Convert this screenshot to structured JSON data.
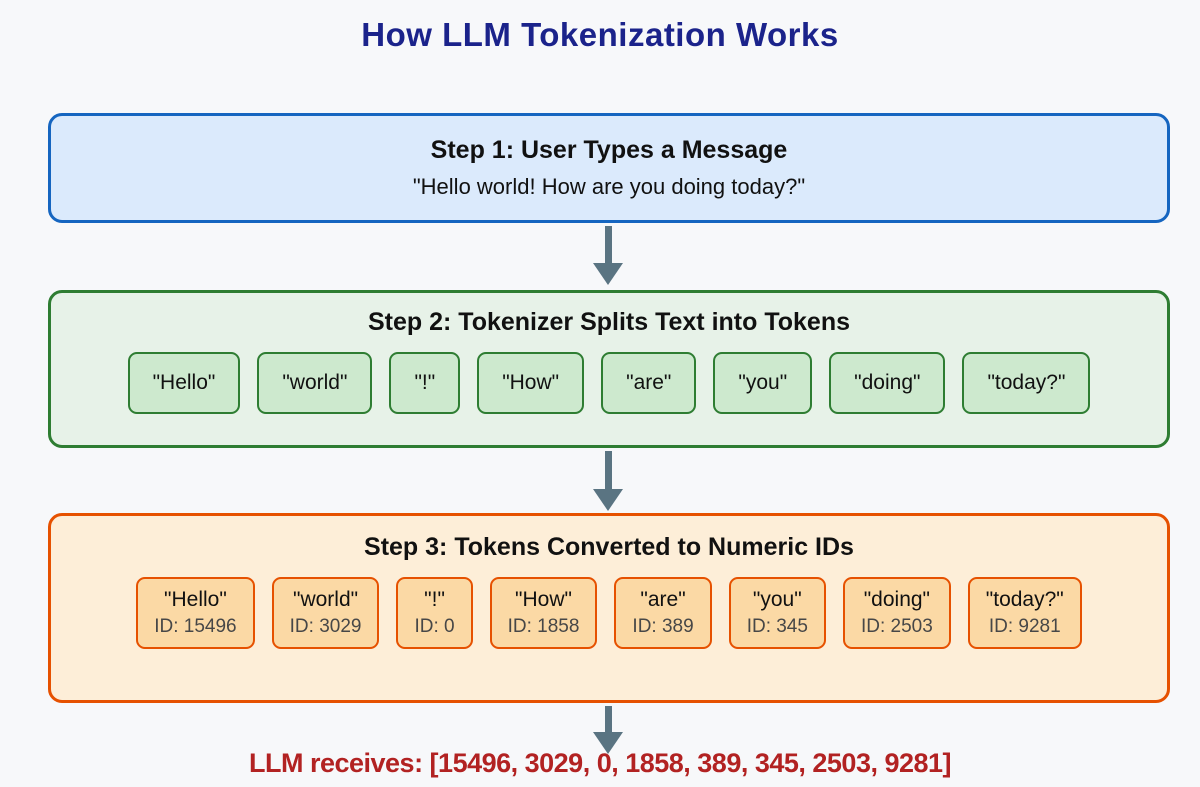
{
  "page": {
    "title": "How LLM Tokenization Works",
    "background_color": "#f7f8fa",
    "title_color": "#1b238b",
    "arrow_color": "#5a7482"
  },
  "steps": [
    {
      "title": "Step 1: User Types a Message",
      "message": "\"Hello world! How are you doing today?\"",
      "fill_color": "#dbeafc",
      "border_color": "#1565c0"
    },
    {
      "title": "Step 2: Tokenizer Splits Text into Tokens",
      "tokens": [
        "\"Hello\"",
        "\"world\"",
        "\"!\"",
        "\"How\"",
        "\"are\"",
        "\"you\"",
        "\"doing\"",
        "\"today?\""
      ],
      "fill_color": "#e7f2e8",
      "border_color": "#2e7d32",
      "token_fill_color": "#cde9ce",
      "token_border_color": "#2e7d32"
    },
    {
      "title": "Step 3: Tokens Converted to Numeric IDs",
      "tokens": [
        {
          "text": "\"Hello\"",
          "id_label": "ID: 15496"
        },
        {
          "text": "\"world\"",
          "id_label": "ID: 3029"
        },
        {
          "text": "\"!\"",
          "id_label": "ID: 0"
        },
        {
          "text": "\"How\"",
          "id_label": "ID: 1858"
        },
        {
          "text": "\"are\"",
          "id_label": "ID: 389"
        },
        {
          "text": "\"you\"",
          "id_label": "ID: 345"
        },
        {
          "text": "\"doing\"",
          "id_label": "ID: 2503"
        },
        {
          "text": "\"today?\"",
          "id_label": "ID: 9281"
        }
      ],
      "fill_color": "#fdeed8",
      "border_color": "#e65100",
      "token_fill_color": "#fbd9a5",
      "token_border_color": "#e65100"
    }
  ],
  "footer": {
    "text": "LLM receives: [15496, 3029, 0, 1858, 389, 345, 2503, 9281]",
    "color": "#b22222"
  }
}
